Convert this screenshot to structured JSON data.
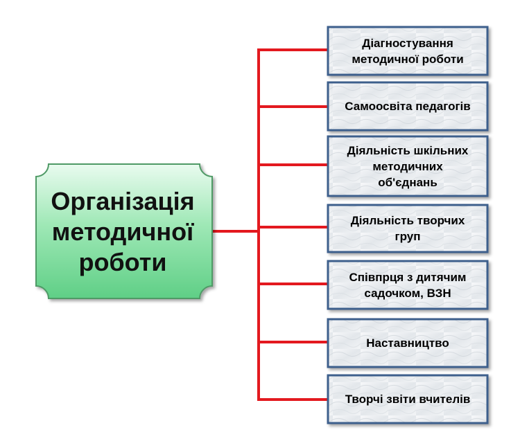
{
  "main_topic": "Організація\nметодичної\nроботи",
  "items": [
    "Діагностування\nметодичної роботи",
    "Самоосвіта педагогів",
    "Діяльність шкільних\nметодичних\nоб'єднань",
    "Діяльність творчих\nгруп",
    "Співпрця з дитячим\nсадочком,  ВЗН",
    "Наставництво",
    "Творчі звіти вчителів"
  ],
  "colors": {
    "connector": "#e3191f",
    "main_fill": "#6ed993",
    "main_border": "#4f9a66",
    "box_fill": "#eceff2",
    "box_border": "#3e5f8c"
  }
}
